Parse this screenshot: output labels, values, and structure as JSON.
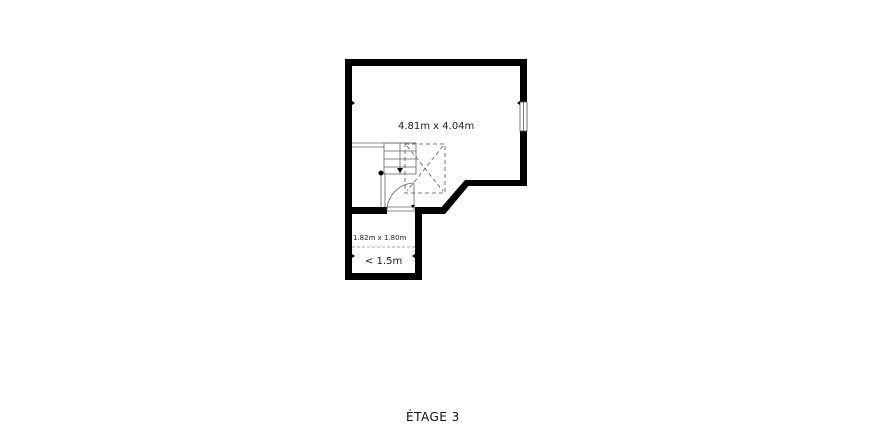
{
  "floor": {
    "title": "ÉTAGE 3"
  },
  "rooms": [
    {
      "id": "main-room",
      "dimensions": "4.81m x 4.04m"
    },
    {
      "id": "small-room",
      "dimensions": "1.82m x 1.80m",
      "height_note": "< 1.5m"
    }
  ],
  "features": {
    "stairs": "staircase-with-arrow",
    "opening": "void-with-cross-dashed",
    "window": "right-wall-window",
    "door": "swing-door"
  },
  "colors": {
    "wall": "#000000",
    "background": "#ffffff",
    "line": "#555555"
  }
}
